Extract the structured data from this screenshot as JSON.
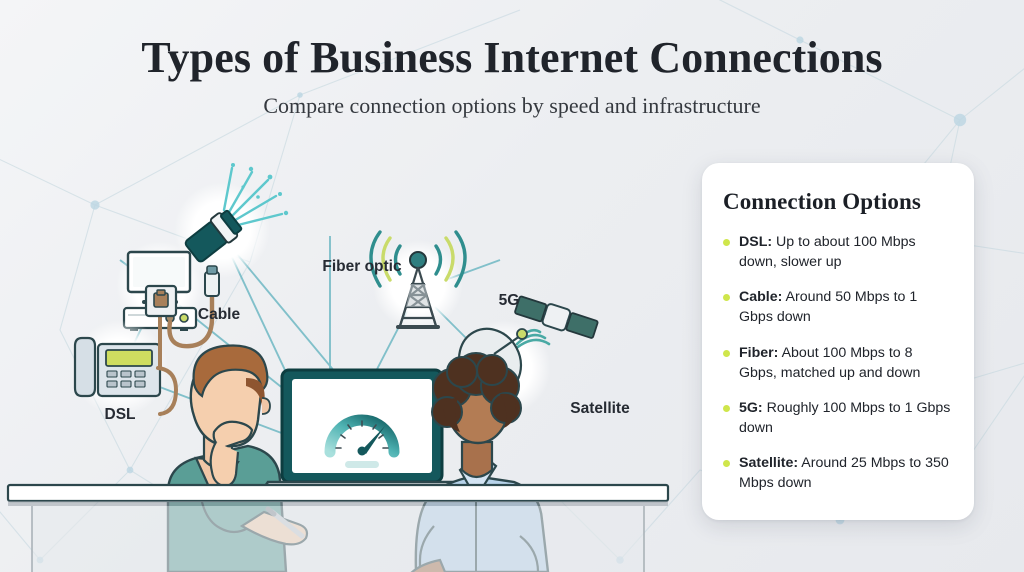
{
  "header": {
    "title": "Types of Business Internet Connections",
    "subtitle": "Compare connection options by speed and infrastructure"
  },
  "illustration": {
    "nodes": [
      {
        "id": "dsl",
        "label": "DSL",
        "icon": "landline-phone-icon"
      },
      {
        "id": "cable",
        "label": "Cable",
        "icon": "tv-set-top-box-icon"
      },
      {
        "id": "fiber",
        "label": "Fiber optic",
        "icon": "fiber-optic-cable-icon"
      },
      {
        "id": "5g",
        "label": "5G",
        "icon": "cell-tower-icon"
      },
      {
        "id": "satellite",
        "label": "Satellite",
        "icon": "satellite-dish-icon"
      }
    ],
    "center": {
      "device": "laptop-icon",
      "screen": "speedometer-gauge-icon"
    },
    "people": [
      {
        "id": "person-left",
        "name": "man-thinking-illustration"
      },
      {
        "id": "person-right",
        "name": "woman-at-laptop-illustration"
      }
    ],
    "desk": "desk-illustration"
  },
  "panel": {
    "title": "Connection Options",
    "options": [
      {
        "term": "DSL:",
        "detail": " Up to about 100 Mbps down, slower up"
      },
      {
        "term": "Cable:",
        "detail": " Around 50 Mbps to 1 Gbps down"
      },
      {
        "term": "Fiber:",
        "detail": " About 100 Mbps to 8 Gbps, matched up and down"
      },
      {
        "term": "5G:",
        "detail": " Roughly 100 Mbps to 1 Gbps down"
      },
      {
        "term": "Satellite:",
        "detail": " Around 25 Mbps to 350 Mbps down"
      }
    ]
  },
  "colors": {
    "accent_teal": "#5fb6bf",
    "dark_teal": "#14585c",
    "bullet_green": "#cfe64b",
    "title_ink": "#20242b",
    "card_bg": "#ffffff",
    "page_bg": "#eceef1"
  }
}
